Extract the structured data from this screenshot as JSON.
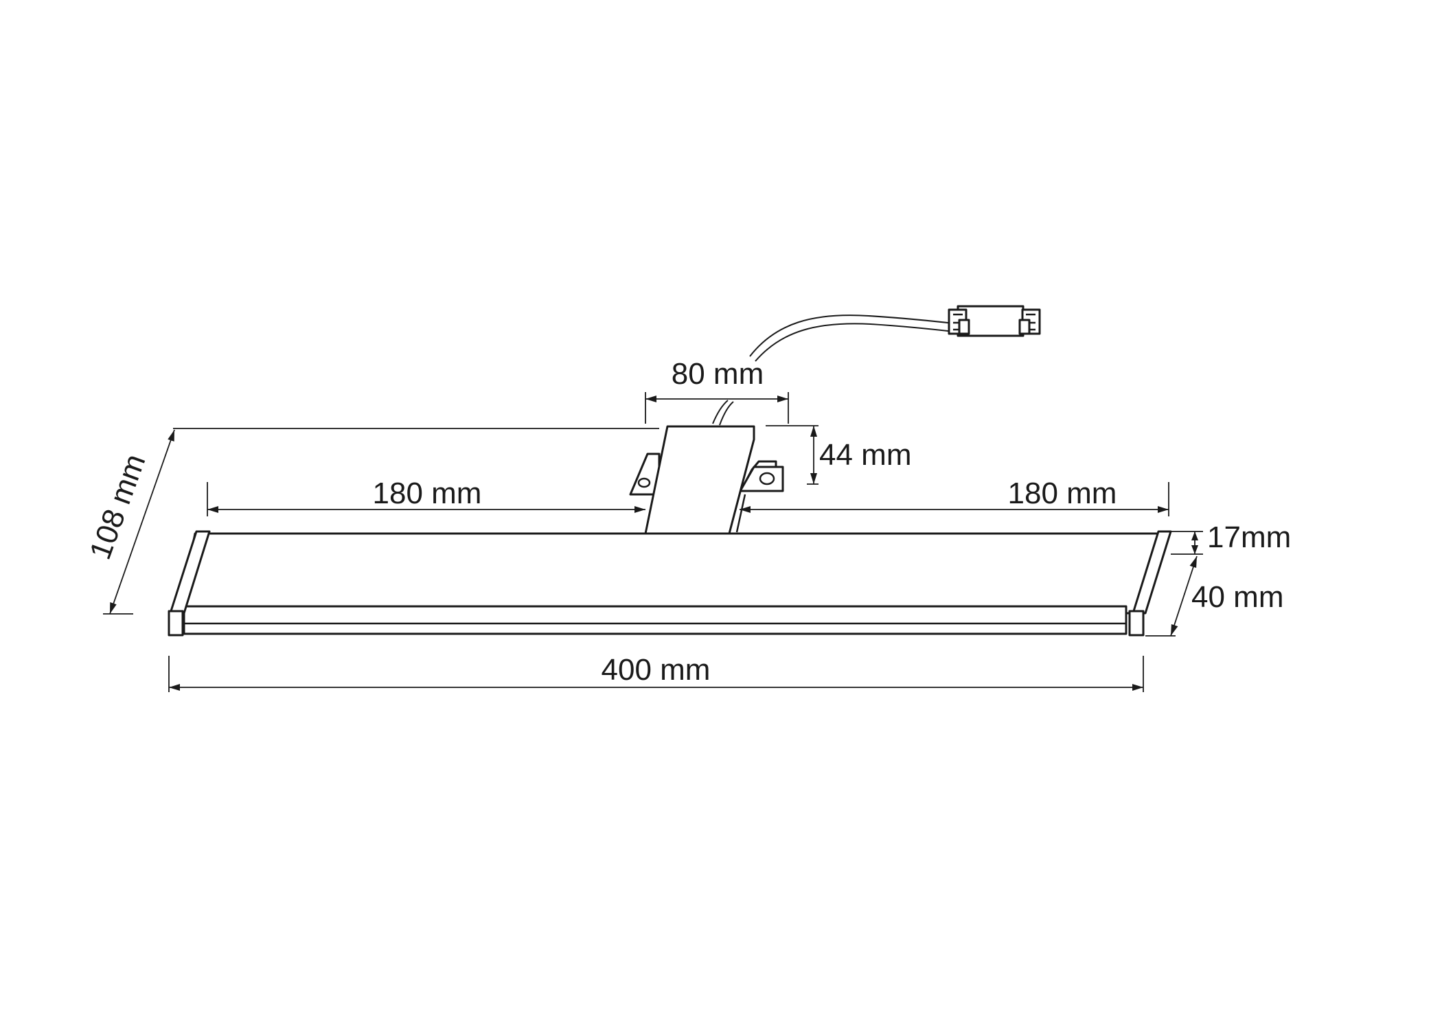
{
  "dimensions": {
    "width_bracket": "80 mm",
    "bracket_height": "44 mm",
    "arm_left": "180 mm",
    "arm_right": "180 mm",
    "depth": "108 mm",
    "profile_height": "17mm",
    "profile_depth": "40 mm",
    "total_length": "400 mm"
  },
  "colors": {
    "line": "#1a1a1a",
    "background": "#ffffff"
  }
}
